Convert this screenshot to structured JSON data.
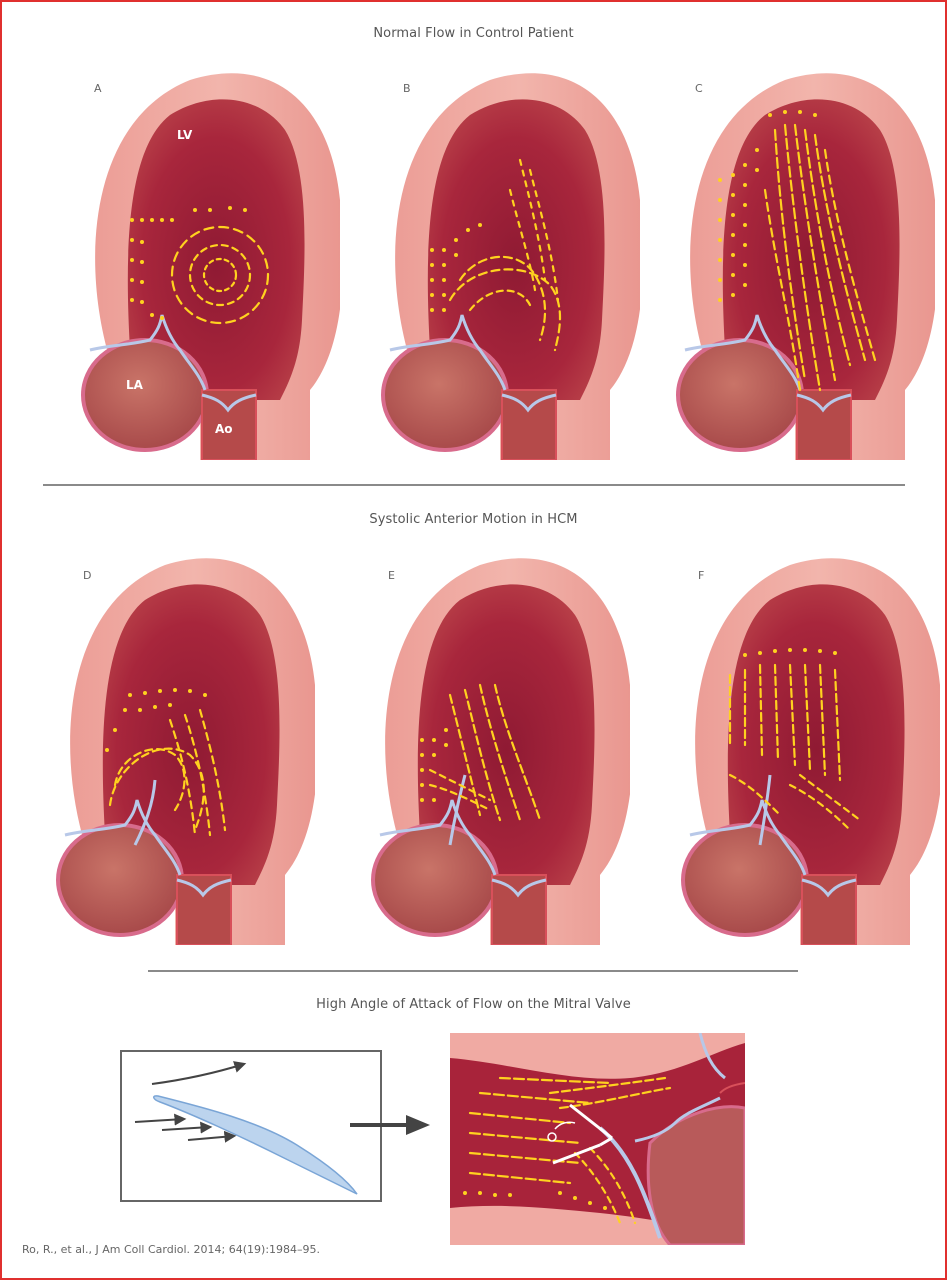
{
  "sections": [
    {
      "title": "Normal Flow in Control Patient",
      "panels": [
        {
          "label": "A",
          "chamber_labels": {
            "lv": "LV",
            "la": "LA",
            "ao": "Ao"
          },
          "flow_pattern": "vortex"
        },
        {
          "label": "B",
          "flow_pattern": "vortex-to-outflow"
        },
        {
          "label": "C",
          "flow_pattern": "outflow-streamlines"
        }
      ]
    },
    {
      "title": "Systolic Anterior Motion in HCM",
      "panels": [
        {
          "label": "D",
          "flow_pattern": "sam-vortex"
        },
        {
          "label": "E",
          "flow_pattern": "sam-drag"
        },
        {
          "label": "F",
          "flow_pattern": "sam-obstruction"
        }
      ]
    },
    {
      "title": "High Angle of Attack of Flow on the Mitral Valve",
      "schematic": {
        "leaflet_color": "#bcd4ee",
        "arrow_color": "#444444"
      },
      "closeup": {
        "flow_pattern": "angle-of-attack"
      }
    }
  ],
  "citation": "Ro, R., et al., J Am Coll Cardiol. 2014; 64(19):1984–95.",
  "colors": {
    "border": "#e0302f",
    "myocardium": "#eea19a",
    "cavity": "#a8233a",
    "atrium": "#b85a5a",
    "valve": "#b8c8e8",
    "flow_vectors": "#ffd21f",
    "divider": "#8a8a8a"
  }
}
